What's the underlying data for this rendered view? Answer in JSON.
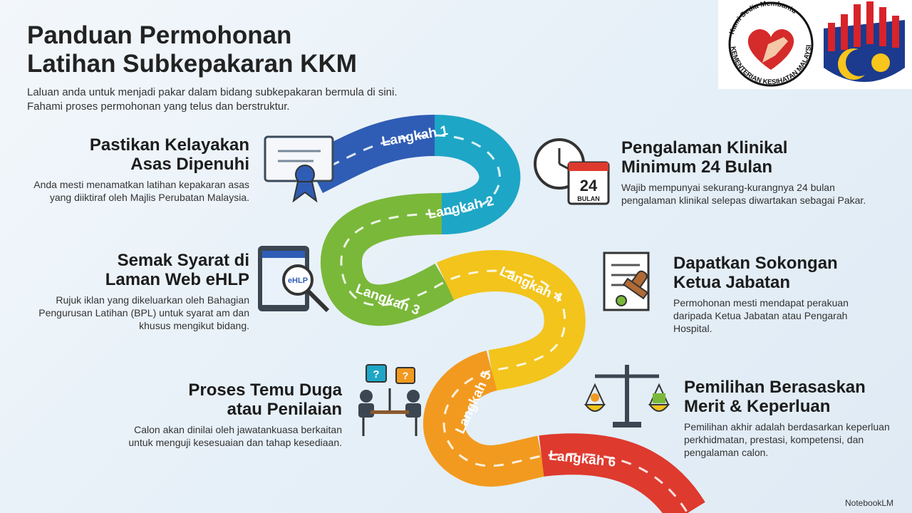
{
  "title_line1": "Panduan Permohonan",
  "title_line2": "Latihan Subkepakaran KKM",
  "intro": "Laluan anda untuk menjadi pakar dalam bidang subkepakaran bermula di sini. Fahami proses permohonan yang telus dan berstruktur.",
  "logo": {
    "ring_top": "Kami Sedia Membantu",
    "ring_bottom": "KEMENTERIAN KESIHATAN MALAYSIA"
  },
  "steps": [
    {
      "label": "Langkah 1",
      "heading": "Pastikan Kelayakan Asas Dipenuhi",
      "text": "Anda mesti menamatkan latihan kepakaran asas yang diiktiraf oleh Majlis Perubatan Malaysia.",
      "color": "#2f5db5"
    },
    {
      "label": "Langkah 2",
      "heading": "Pengalaman Klinikal Minimum 24 Bulan",
      "text": "Wajib mempunyai sekurang-kurangnya 24 bulan pengalaman klinikal selepas diwartakan sebagai Pakar.",
      "color": "#1ea6c6",
      "icon_number": "24",
      "icon_caption": "BULAN"
    },
    {
      "label": "Langkah 3",
      "heading": "Semak Syarat di Laman Web eHLP",
      "text": "Rujuk iklan yang dikeluarkan oleh Bahagian Pengurusan Latihan (BPL) untuk syarat am dan khusus mengikut bidang.",
      "color": "#7ab83a",
      "icon_text": "eHLP"
    },
    {
      "label": "Langkah 4",
      "heading": "Dapatkan Sokongan Ketua Jabatan",
      "text": "Permohonan mesti mendapat perakuan daripada Ketua Jabatan atau Pengarah Hospital.",
      "color": "#f2c41c"
    },
    {
      "label": "Langkah 5",
      "heading": "Proses Temu Duga atau Penilaian",
      "text": "Calon akan dinilai oleh jawatankuasa berkaitan untuk menguji kesesuaian dan tahap kesediaan.",
      "color": "#f29a1f"
    },
    {
      "label": "Langkah 6",
      "heading": "Pemilihan Berasaskan Merit & Keperluan",
      "text": "Pemilihan akhir adalah berdasarkan keperluan perkhidmatan, prestasi, kompetensi, dan pengalaman calon.",
      "color": "#de3a2e"
    }
  ],
  "brand": "NotebookLM"
}
